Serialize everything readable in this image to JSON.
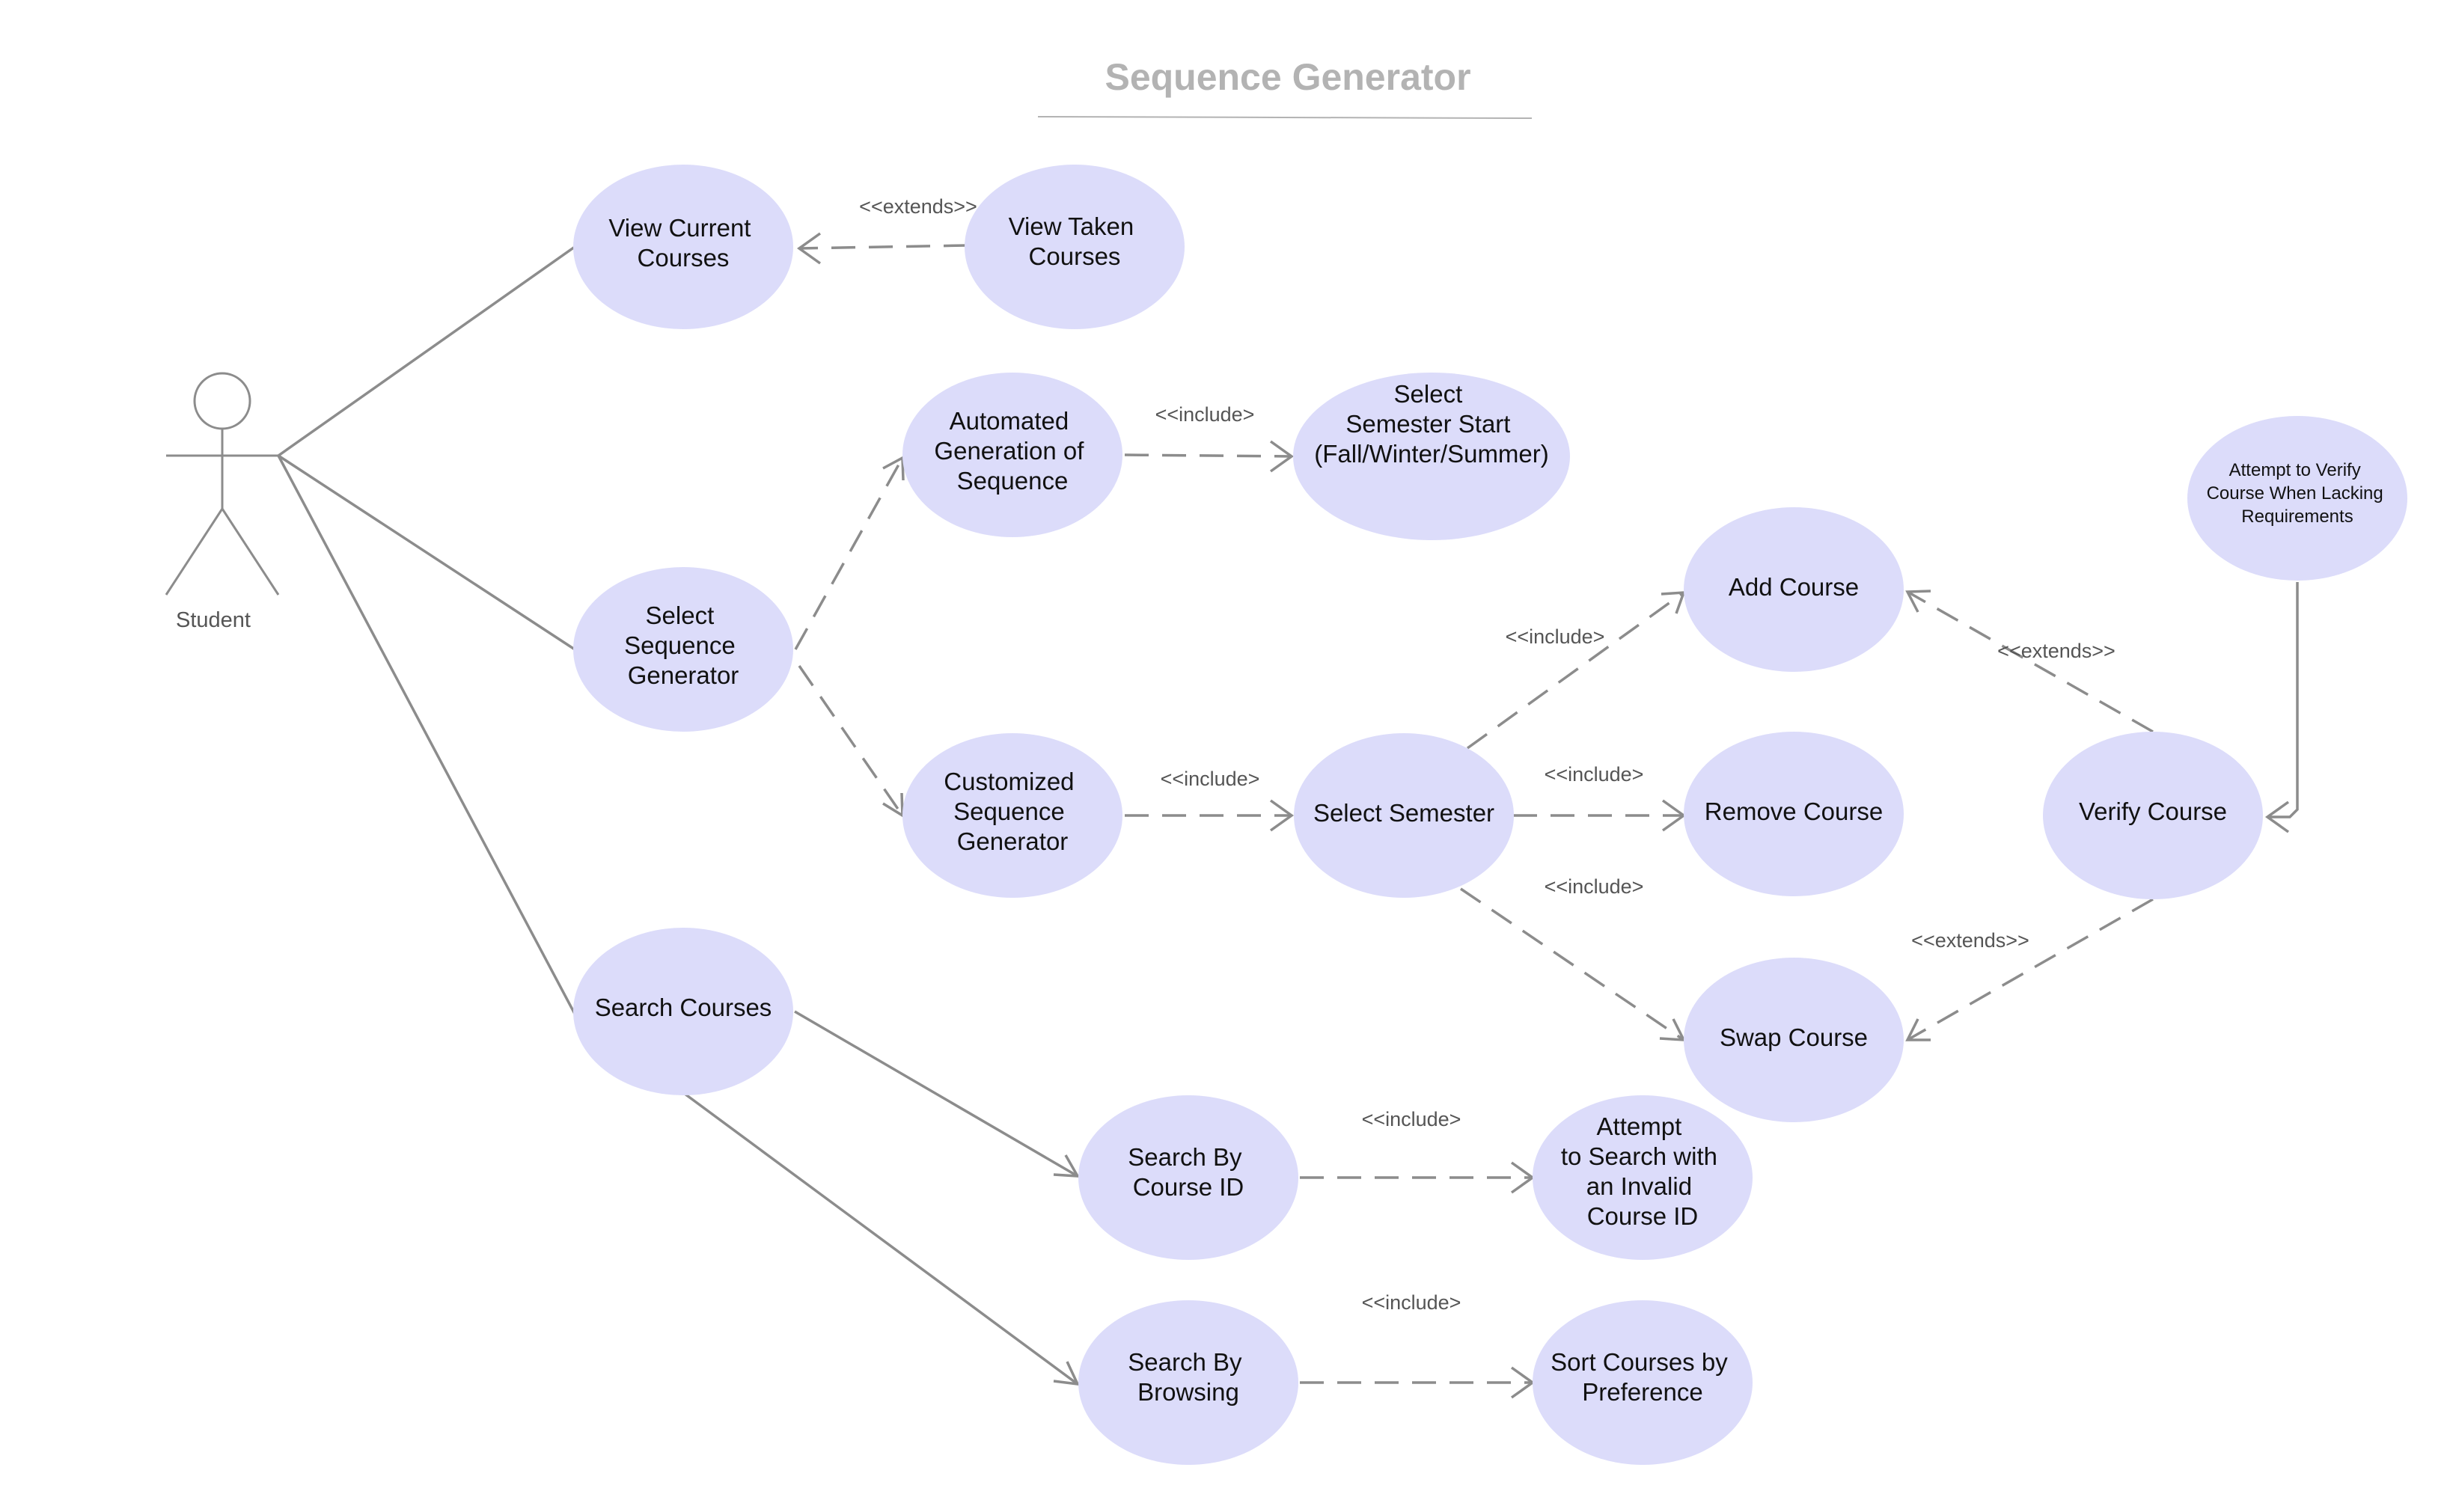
{
  "diagram": {
    "title": "Sequence Generator",
    "actor": {
      "label": "Student",
      "icon": "stick-figure"
    },
    "use_cases": {
      "view_current_courses": [
        "View Current",
        "Courses"
      ],
      "view_taken_courses": [
        "View Taken",
        "Courses"
      ],
      "select_sequence_generator": [
        "Select",
        "Sequence",
        "Generator"
      ],
      "automated_generation": [
        "Automated",
        "Generation of",
        "Sequence"
      ],
      "select_semester_start": [
        "Select",
        "Semester Start",
        "(Fall/Winter/Summer)"
      ],
      "customized_sequence_generator": [
        "Customized",
        "Sequence",
        "Generator"
      ],
      "select_semester": [
        "Select Semester"
      ],
      "add_course": [
        "Add Course"
      ],
      "remove_course": [
        "Remove Course"
      ],
      "swap_course": [
        "Swap Course"
      ],
      "verify_course": [
        "Verify Course"
      ],
      "attempt_verify": [
        "Attempt to Verify",
        "Course When Lacking",
        "Requirements"
      ],
      "search_courses": [
        "Search Courses"
      ],
      "search_by_course_id": [
        "Search By",
        "Course ID"
      ],
      "attempt_invalid_id": [
        "Attempt",
        "to Search with",
        "an Invalid",
        "Course ID"
      ],
      "search_by_browsing": [
        "Search By",
        "Browsing"
      ],
      "sort_courses": [
        "Sort Courses by",
        "Preference"
      ]
    },
    "stereotypes": {
      "extends_view_taken": "<<extends>>",
      "include_automated": "<<include>",
      "include_add": "<<include>",
      "include_customized": "<<include>",
      "include_remove": "<<include>",
      "include_swap": "<<include>",
      "extends_add": "<<extends>>",
      "extends_swap": "<<extends>>",
      "include_course_id": "<<include>",
      "include_browsing": "<<include>"
    },
    "colors": {
      "use_case_fill": "#dcdcfa",
      "line": "#8c8c8c",
      "title": "#b3b3b3"
    }
  }
}
